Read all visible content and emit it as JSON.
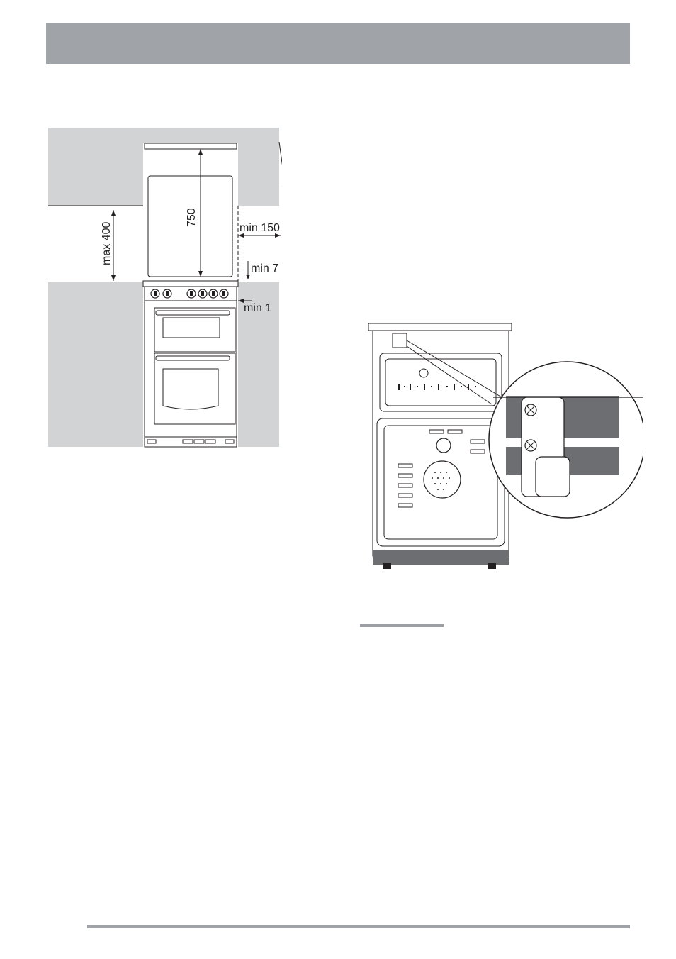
{
  "installation_figure": {
    "height_label": "750",
    "clearance_top_label": "max 400",
    "side_curtain_label": "min 150",
    "gap_label": "min 7",
    "side_label": "min 1"
  },
  "colors": {
    "header": "#a0a4a9",
    "wall": "#d2d3d5",
    "line": "#231f20"
  }
}
